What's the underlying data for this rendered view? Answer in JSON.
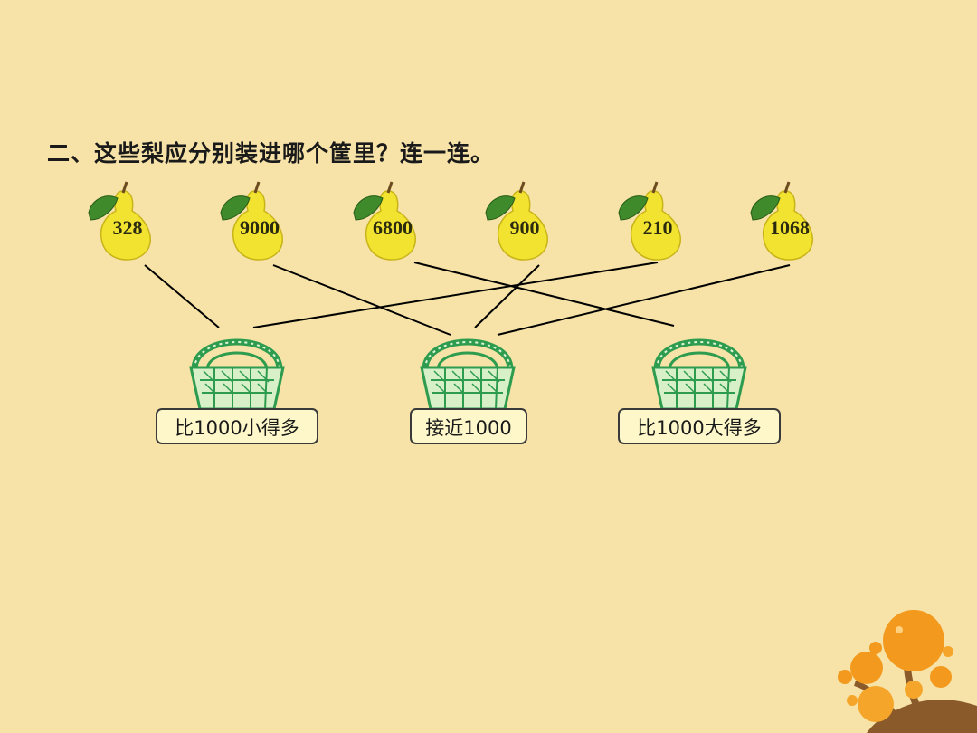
{
  "question": "二、这些梨应分别装进哪个筐里？连一连。",
  "pears": [
    {
      "value": "328"
    },
    {
      "value": "9000"
    },
    {
      "value": "6800"
    },
    {
      "value": "900"
    },
    {
      "value": "210"
    },
    {
      "value": "1068"
    }
  ],
  "baskets": [
    {
      "label": "比1000小得多"
    },
    {
      "label": "接近1000"
    },
    {
      "label": "比1000大得多"
    }
  ],
  "connections": [
    {
      "pear": 0,
      "basket": 0
    },
    {
      "pear": 1,
      "basket": 1
    },
    {
      "pear": 2,
      "basket": 2
    },
    {
      "pear": 3,
      "basket": 1
    },
    {
      "pear": 4,
      "basket": 0
    },
    {
      "pear": 5,
      "basket": 1
    }
  ],
  "colors": {
    "background": "#f7e3a8",
    "pear": "#f2e330",
    "leaf": "#3f8a2a",
    "basket": "#2e9c4e",
    "label_fill": "#fdf7c9",
    "decoration": "#f39a1e"
  }
}
